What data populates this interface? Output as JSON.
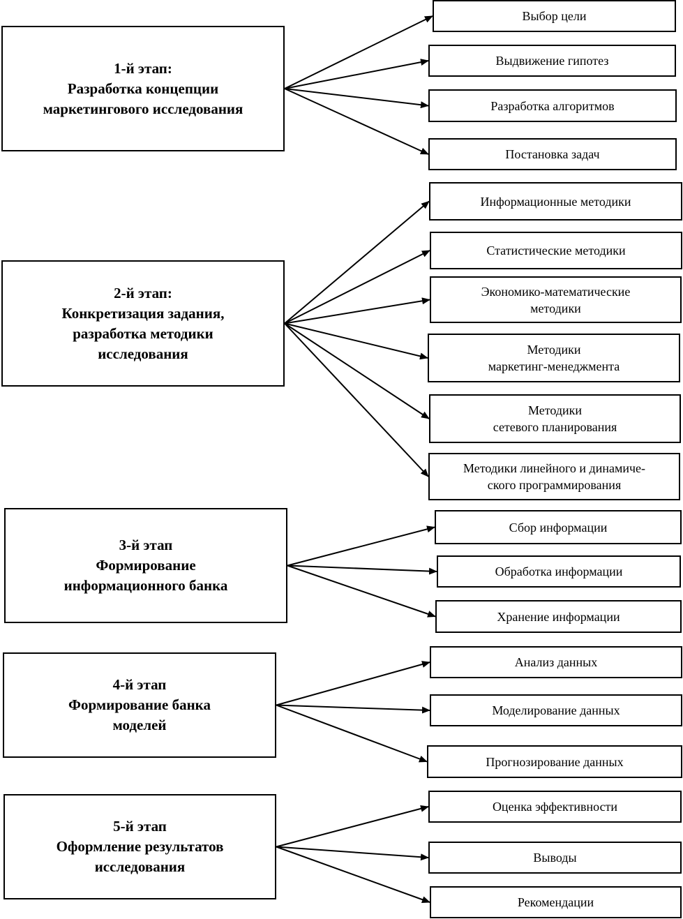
{
  "stages": [
    {
      "lines": [
        "1-й этап:",
        "Разработка концепции",
        "маркетингового исследования"
      ],
      "steps": [
        {
          "lines": [
            "Выбор цели"
          ]
        },
        {
          "lines": [
            "Выдвижение гипотез"
          ]
        },
        {
          "lines": [
            "Разработка алгоритмов"
          ]
        },
        {
          "lines": [
            "Постановка задач"
          ]
        }
      ]
    },
    {
      "lines": [
        "2-й этап:",
        "Конкретизация задания,",
        "разработка методики",
        "исследования"
      ],
      "steps": [
        {
          "lines": [
            "Информационные методики"
          ]
        },
        {
          "lines": [
            "Статистические методики"
          ]
        },
        {
          "lines": [
            "Экономико-математические",
            "методики"
          ]
        },
        {
          "lines": [
            "Методики",
            "маркетинг-менеджмента"
          ]
        },
        {
          "lines": [
            "Методики",
            "сетевого планирования"
          ]
        },
        {
          "lines": [
            "Методики линейного и динамиче-",
            "ского программирования"
          ]
        }
      ]
    },
    {
      "lines": [
        "3-й этап",
        "Формирование",
        "информационного банка"
      ],
      "steps": [
        {
          "lines": [
            "Сбор информации"
          ]
        },
        {
          "lines": [
            "Обработка информации"
          ]
        },
        {
          "lines": [
            "Хранение информации"
          ]
        }
      ]
    },
    {
      "lines": [
        "4-й этап",
        "Формирование банка",
        "моделей"
      ],
      "steps": [
        {
          "lines": [
            "Анализ данных"
          ]
        },
        {
          "lines": [
            "Моделирование данных"
          ]
        },
        {
          "lines": [
            "Прогнозирование данных"
          ]
        }
      ]
    },
    {
      "lines": [
        "5-й этап",
        "Оформление результатов",
        "исследования"
      ],
      "steps": [
        {
          "lines": [
            "Оценка эффективности"
          ]
        },
        {
          "lines": [
            "Выводы"
          ]
        },
        {
          "lines": [
            "Рекомендации"
          ]
        }
      ]
    }
  ]
}
